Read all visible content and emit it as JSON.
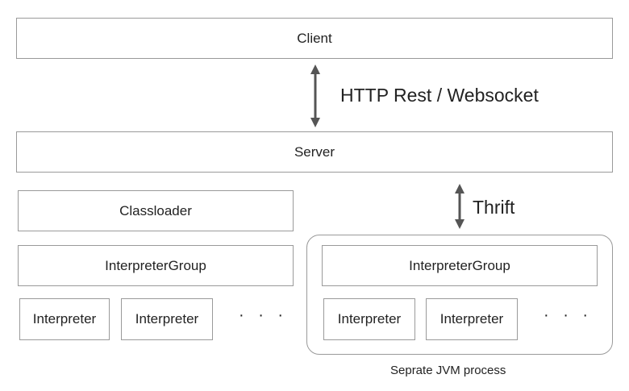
{
  "client": {
    "label": "Client"
  },
  "protocol_top": {
    "label": "HTTP Rest / Websocket"
  },
  "server": {
    "label": "Server"
  },
  "protocol_thrift": {
    "label": "Thrift"
  },
  "left_stack": {
    "classloader": "Classloader",
    "interpreter_group": "InterpreterGroup",
    "interpreters": [
      "Interpreter",
      "Interpreter"
    ],
    "ellipsis": "· · ·"
  },
  "right_stack": {
    "interpreter_group": "InterpreterGroup",
    "interpreters": [
      "Interpreter",
      "Interpreter"
    ],
    "ellipsis": "· · ·",
    "caption": "Seprate JVM process"
  },
  "colors": {
    "border": "#9a9a9a",
    "arrow": "#555555",
    "text": "#222222"
  }
}
